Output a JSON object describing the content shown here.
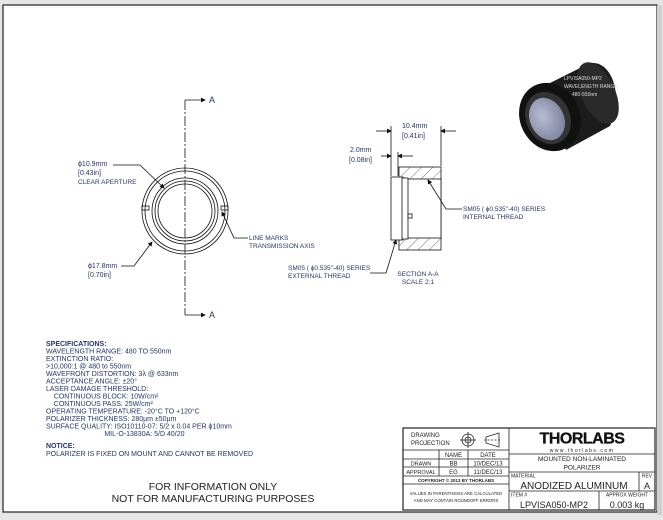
{
  "front_view": {
    "section_marker": "A",
    "clear_aperture_dia": "ϕ10.9mm",
    "clear_aperture_in": "[0.43in]",
    "clear_aperture_label": "CLEAR APERTURE",
    "outer_dia": "ϕ17.8mm",
    "outer_dia_in": "[0.70in]",
    "line_marks_1": "LINE MARKS",
    "line_marks_2": "TRANSMISSION AXIS"
  },
  "section_view": {
    "length": "10.4mm",
    "length_in": "[0.41in]",
    "step": "2.0mm",
    "step_in": "[0.08in]",
    "internal_thread_1": "SM05 ( ϕ0.535\"-40) SERIES",
    "internal_thread_2": "INTERNAL THREAD",
    "external_thread_1": "SM05 ( ϕ0.535\"-40) SERIES",
    "external_thread_2": "EXTERNAL THREAD",
    "title": "SECTION A-A",
    "scale": "SCALE 2:1"
  },
  "product_engraving": [
    "LPVISA050-MP2",
    "WAVELENGTH RANGE:",
    "480-550nm"
  ],
  "specifications": {
    "heading": "SPECIFICATIONS:",
    "lines": [
      "WAVELENGTH RANGE: 480 TO 550nm",
      "EXTINCTION RATIO:",
      ">10,000:1 @ 480 to 550nm",
      "WAVEFRONT DISTORTION: 3λ @ 633nm",
      "ACCEPTANCE ANGLE: ±20°",
      "LASER DAMAGE THRESHOLD:",
      "    CONTINUOUS BLOCK: 10W/cm²",
      "    CONTINUOUS PASS: 25W/cm²",
      "OPERATING TEMPERATURE: -20°C TO +120°C",
      "POLARIZER THICKNESS: 280µm ±50µm",
      "SURFACE QUALITY: ISO10110-07: 5/2 x 0.04 PER ϕ10mm",
      "                              MIL-O-13830A: 5/D 40/20"
    ],
    "notice_heading": "NOTICE:",
    "notice": "POLARIZER IS FIXED ON MOUNT AND CANNOT BE REMOVED"
  },
  "disclaimer": [
    "FOR INFORMATION ONLY",
    "NOT FOR MANUFACTURING PURPOSES"
  ],
  "title_block": {
    "drawing_projection_1": "DRAWING",
    "drawing_projection_2": "PROJECTION",
    "name_header": "NAME",
    "date_header": "DATE",
    "drawn_label": "DRAWN",
    "drawn_name": "BB",
    "drawn_date": "10/DEC/13",
    "approval_label": "APPROVAL",
    "approval_name": "EG",
    "approval_date": "11/DEC/13",
    "copyright": "COPYRIGHT © 2013 BY THORLABS",
    "values_note_1": "VALUES IN PARENTHESIS ARE CALCULATED",
    "values_note_2": "AND MAY CONTAIN ROUNDOFF ERRORS",
    "logo": "THORLABS",
    "url": "www.thorlabs.com",
    "description_1": "MOUNTED NON-LAMINATED",
    "description_2": "POLARIZER",
    "material_label": "MATERIAL",
    "material": "ANODIZED ALUMINUM",
    "rev_label": "REV",
    "rev": "A",
    "item_label": "ITEM #",
    "item": "LPVISA050-MP2",
    "weight_label": "APPROX WEIGHT",
    "weight": "0.003 kg"
  }
}
